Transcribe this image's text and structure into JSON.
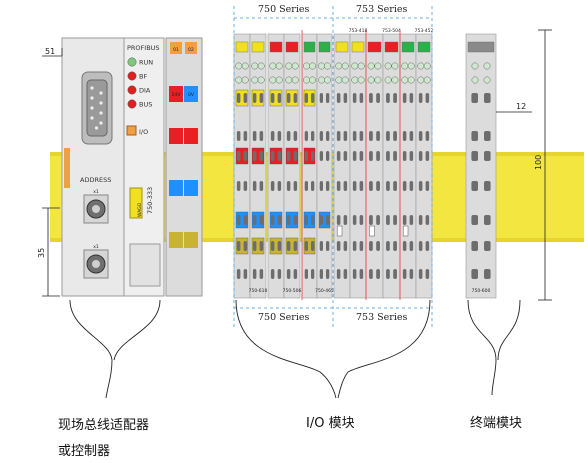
{
  "figure": {
    "series_labels": {
      "s750": "750 Series",
      "s753": "753 Series"
    },
    "coupler": {
      "bus_name": "PROFIBUS",
      "leds": [
        {
          "label": "RUN",
          "color": "#7dc87a"
        },
        {
          "label": "BF",
          "color": "#e02020"
        },
        {
          "label": "DIA",
          "color": "#e02020"
        },
        {
          "label": "BUS",
          "color": "#e02020"
        }
      ],
      "io_label": "I/O",
      "address_label": "ADDRESS",
      "switch1_mult": "x1",
      "switch2_mult": "x1",
      "model": "750-333",
      "brand": "WAGO",
      "supply_labels": [
        "01",
        "02"
      ],
      "voltage_labels": [
        "24V",
        "0V"
      ]
    },
    "modules": {
      "top_numbers": [
        "753-418",
        "753-504",
        "753-452"
      ],
      "bottom_numbers": [
        "750-610",
        "750-506",
        "750-465",
        "750-600"
      ]
    },
    "dimensions": {
      "d51": "51",
      "d12": "12",
      "d35": "35",
      "d100": "100"
    },
    "colors": {
      "rail": "#f4e641",
      "module_body": "#dcdcdc",
      "yellow": "#f0e020",
      "red": "#e81f25",
      "blue": "#1e90ff",
      "green": "#2bb04a",
      "olive": "#c8b432",
      "orange": "#f0a040",
      "dashed_line": "#6ab0e6",
      "red_line": "#e84040"
    }
  },
  "captions": {
    "coupler_line1": "现场总线适配器",
    "coupler_line2": "或控制器",
    "io": "I/O 模块",
    "terminal": "终端模块"
  }
}
